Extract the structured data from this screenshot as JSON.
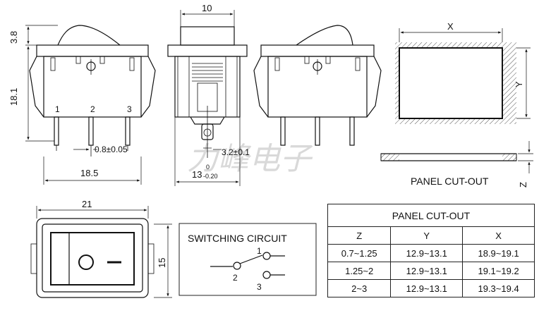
{
  "watermark": "力峰电子",
  "dims": {
    "top_width": "10",
    "actuator_height": "3.8",
    "body_height": "18.1",
    "pin_thickness": "0.8±0.05",
    "pin_spacing_center": "3.2±0.1",
    "front_width": "18.5",
    "side_width": "13",
    "side_tol_upper": "0",
    "side_tol_lower": "-0.20",
    "bottom_width": "21",
    "bottom_height": "15"
  },
  "pins": [
    "1",
    "2",
    "3"
  ],
  "panel": {
    "x_label": "X",
    "y_label": "Y",
    "z_label": "Z",
    "caption": "PANEL CUT-OUT"
  },
  "switching": {
    "title": "SWITCHING CIRCUIT",
    "pins": [
      "1",
      "2",
      "3"
    ]
  },
  "table": {
    "title": "PANEL CUT-OUT",
    "headers": [
      "Z",
      "Y",
      "X"
    ],
    "rows": [
      [
        "0.7~1.25",
        "12.9~13.1",
        "18.9~19.1"
      ],
      [
        "1.25~2",
        "12.9~13.1",
        "19.1~19.2"
      ],
      [
        "2~3",
        "12.9~13.1",
        "19.3~19.4"
      ]
    ]
  }
}
